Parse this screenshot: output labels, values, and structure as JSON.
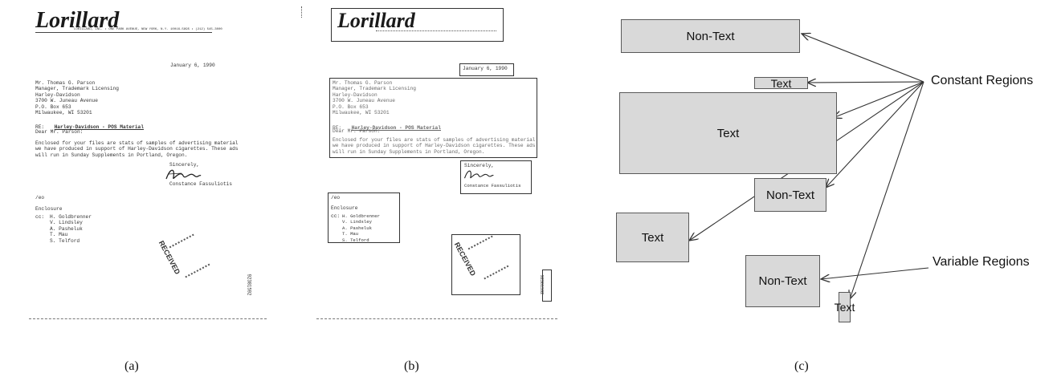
{
  "panel_a": {
    "caption": "(a)",
    "logo": "Lorillard",
    "letterhead": "LORILLARD, INC. • ONE PARK AVENUE, NEW YORK, N.Y. 10016-5895 • (212) 545-3000",
    "date": "January 6, 1990",
    "address": [
      "Mr. Thomas G. Parson",
      "Manager, Trademark Licensing",
      "Harley-Davidson",
      "3700 W. Juneau Avenue",
      "P.O. Box 653",
      "Milwaukee, WI 53201"
    ],
    "re_label": "RE:",
    "re_subject": "Harley-Davidson - POS Material",
    "salutation": "Dear Mr. Parson:",
    "body": [
      "Enclosed for your files are stats of samples of advertising material",
      "we have produced in support of Harley-Davidson cigarettes. These ads",
      "will run in Sunday Supplements in Portland, Oregon."
    ],
    "closing": "Sincerely,",
    "signature": "Constance Fassuliotis",
    "initials": "/eo",
    "enclosure": "Enclosure",
    "cc_label": "cc:",
    "cc_list": [
      "H. Goldbrenner",
      "V. Lindsley",
      "A. Pasheluk",
      "T. Mau",
      "S. Telford"
    ],
    "stamp": "RECEIVED",
    "doc_number": "92381592"
  },
  "panel_b": {
    "caption": "(b)"
  },
  "panel_c": {
    "caption": "(c)",
    "regions": [
      {
        "label": "Non-Text",
        "group": "constant"
      },
      {
        "label": "Text",
        "group": "constant"
      },
      {
        "label": "Text",
        "group": "constant"
      },
      {
        "label": "Non-Text",
        "group": "constant"
      },
      {
        "label": "Text",
        "group": "constant"
      },
      {
        "label": "Non-Text",
        "group": "variable"
      },
      {
        "label": "Text",
        "group": "constant"
      }
    ],
    "constant_label": "Constant Regions",
    "variable_label": "Variable Regions"
  }
}
